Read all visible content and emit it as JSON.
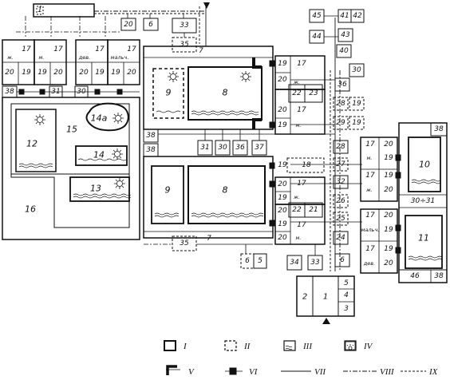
{
  "labels": {
    "n1": "1",
    "n2": "2",
    "n3": "3",
    "n4": "4",
    "n5": "5",
    "n6": "6",
    "n7": "7",
    "n8": "8",
    "n9": "9",
    "n10": "10",
    "n11": "11",
    "n12": "12",
    "n13": "13",
    "n14": "14",
    "n14a": "14а",
    "n15": "15",
    "n16": "16",
    "n17": "17",
    "n18": "18",
    "n19": "19",
    "n20": "20",
    "n21": "21",
    "n22": "22",
    "n23": "23",
    "n24": "24",
    "n25": "25",
    "n26": "26",
    "n27": "27",
    "n28": "28",
    "n29": "29",
    "n30": "30",
    "n31": "31",
    "n32": "32",
    "n33": "33",
    "n34": "34",
    "n35": "35",
    "n36": "36",
    "n37": "37",
    "n38": "38",
    "n40": "40",
    "n41": "41",
    "n42": "42",
    "n43": "43",
    "n44": "44",
    "n45": "45",
    "n46": "46",
    "n3031": "30÷31",
    "zh": "ж.",
    "m": "м.",
    "dev": "дев.",
    "maln": "мальч."
  },
  "legend": {
    "I": "I",
    "II": "II",
    "III": "III",
    "IV": "IV",
    "V": "V",
    "VI": "VI",
    "VII": "VII",
    "VIII": "VIII",
    "IX": "IX"
  }
}
